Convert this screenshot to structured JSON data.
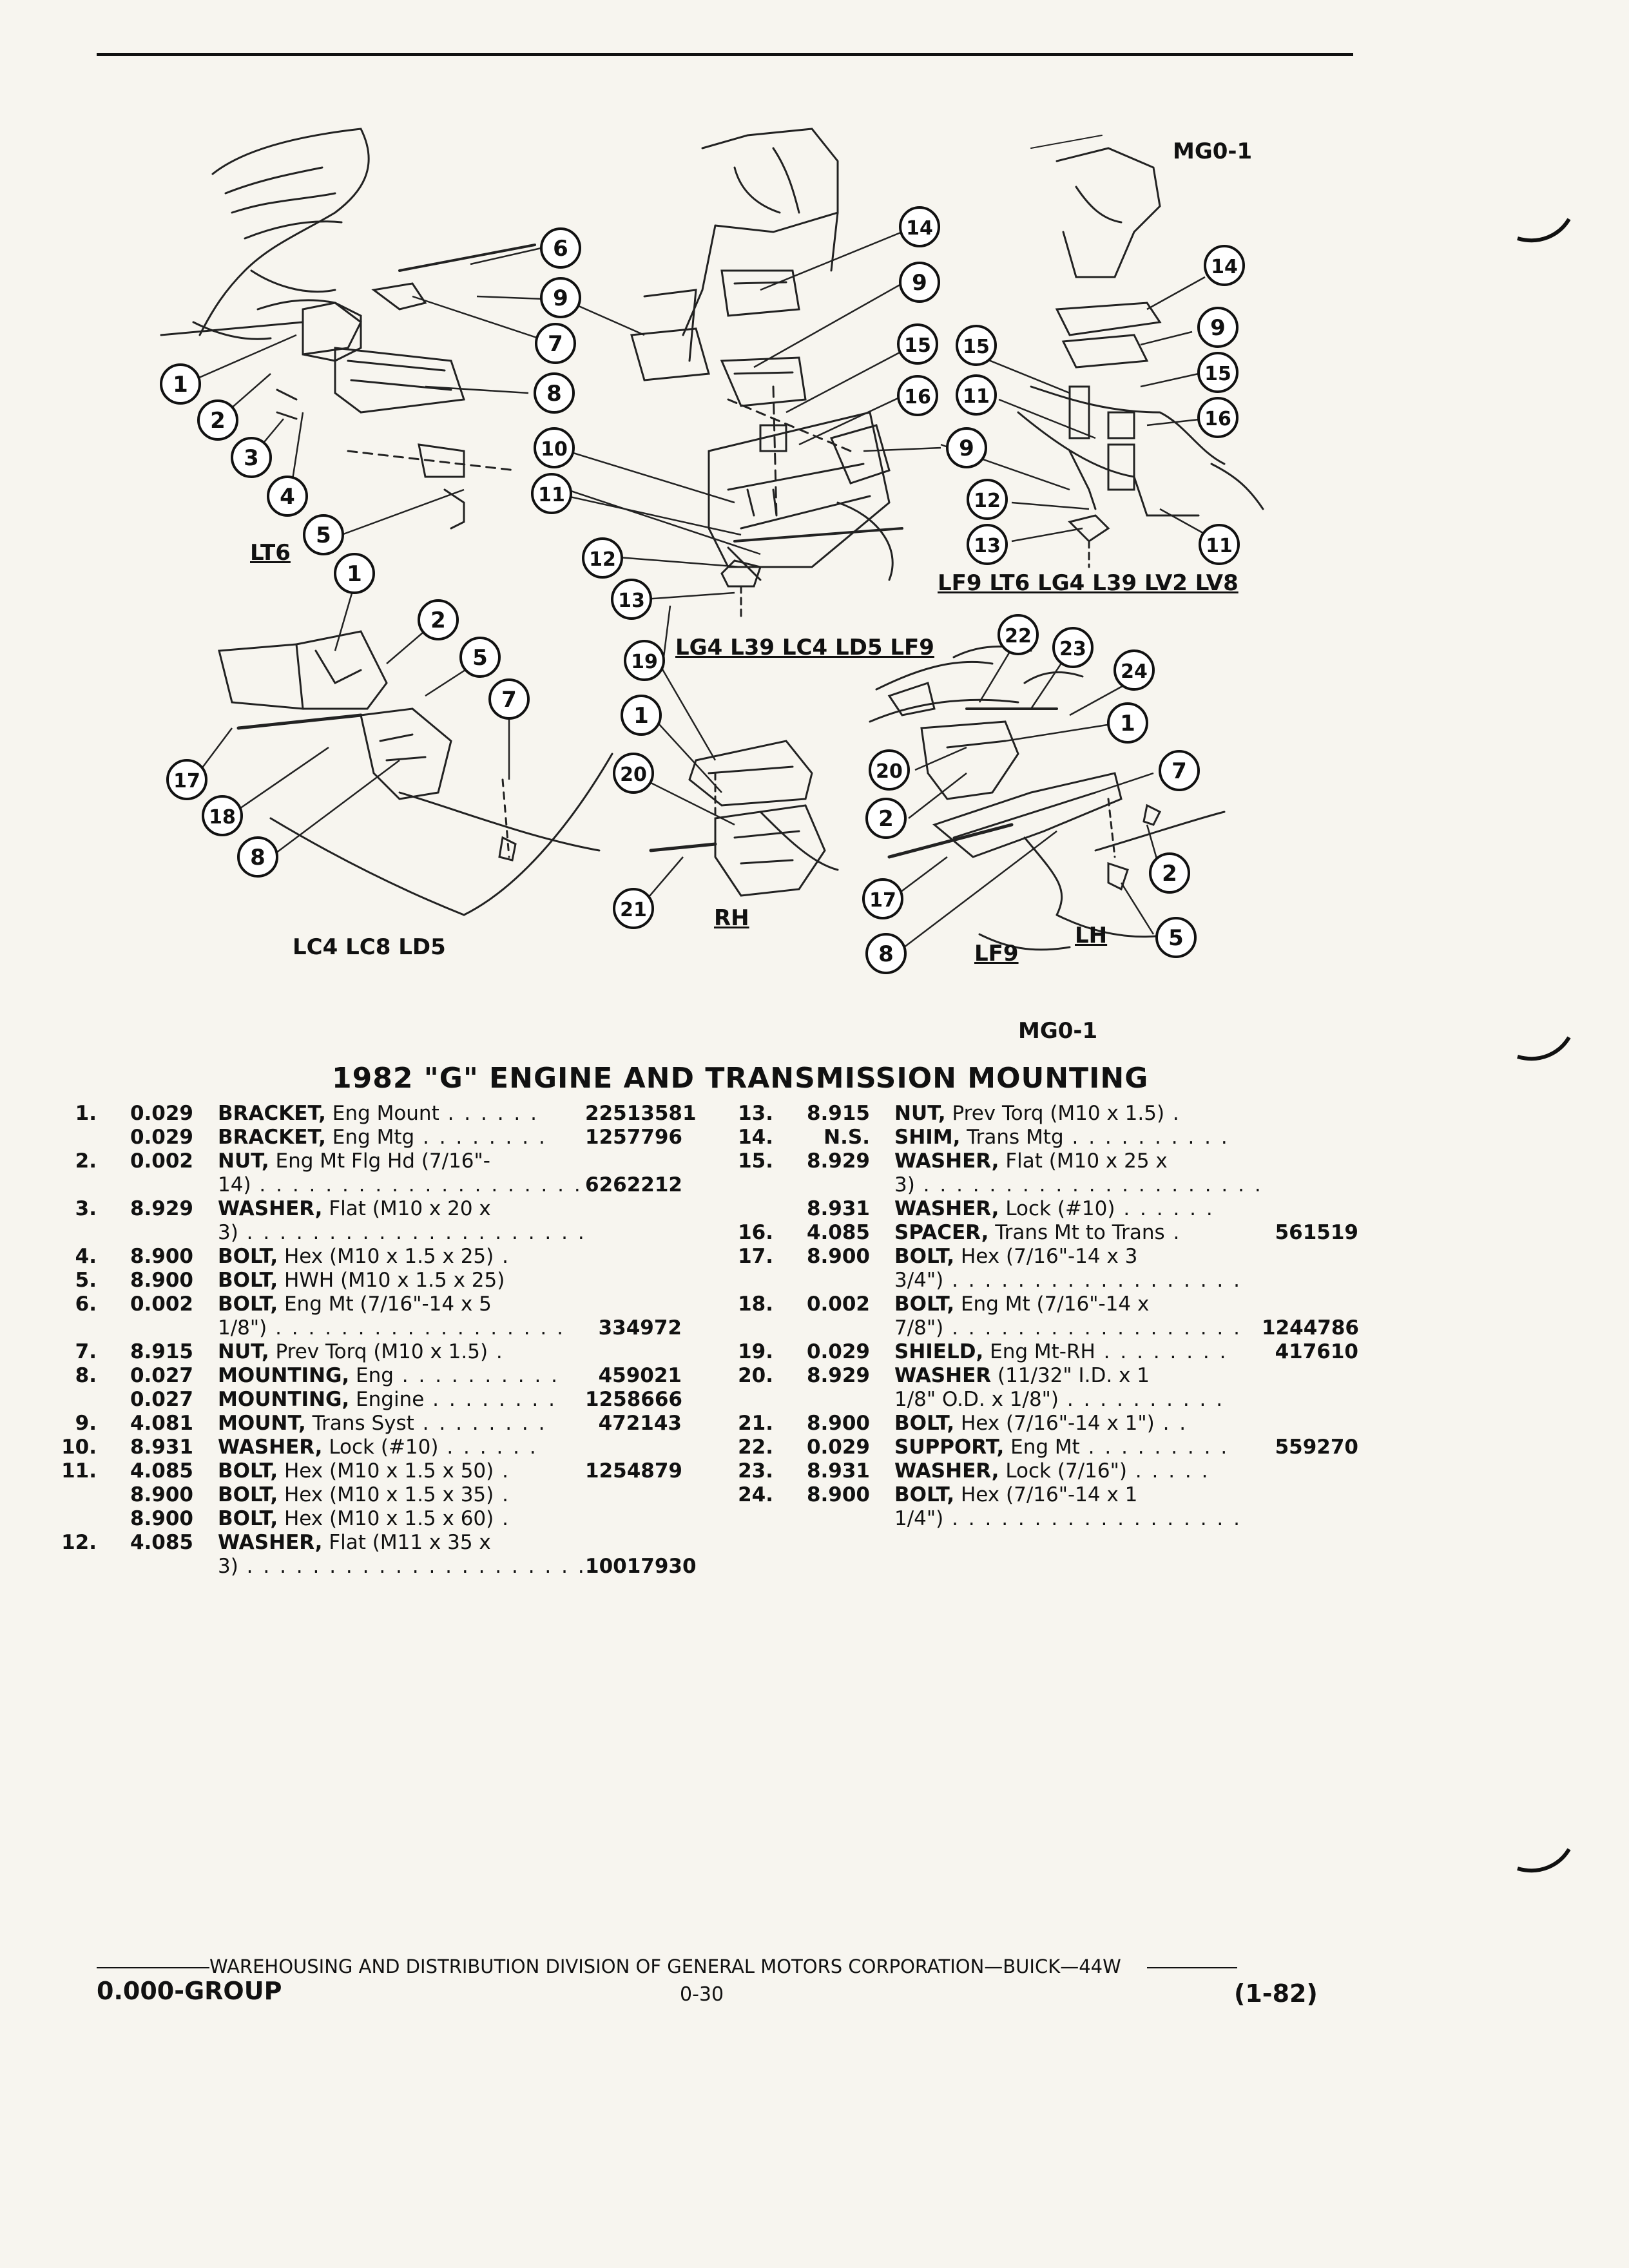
{
  "figure": {
    "code_top": "MG0-1",
    "code_bottom": "MG0-1",
    "labels": {
      "lt6": "LT6",
      "lc4_lc8_ld5": "LC4 LC8 LD5",
      "lg4_l39_lc4_ld5_lf9": "LG4 L39 LC4 LD5 LF9",
      "lf9_lt6_lg4_l39_lv2_lv8": "LF9 LT6 LG4 L39 LV2 LV8",
      "rh": "RH",
      "lf9": "LF9",
      "lh": "LH"
    },
    "callouts": [
      "1",
      "2",
      "3",
      "4",
      "5",
      "6",
      "7",
      "8",
      "9",
      "10",
      "11",
      "12",
      "13",
      "14",
      "15",
      "16",
      "17",
      "18",
      "19",
      "20",
      "21",
      "22",
      "23",
      "24"
    ]
  },
  "title": "1982 \"G\" ENGINE AND TRANSMISSION MOUNTING",
  "parts_left": [
    {
      "num": "1.",
      "code": "0.029",
      "name": "BRACKET,",
      "text": " Eng Mount",
      "dots": " . . . . . .",
      "part": "22513581"
    },
    {
      "num": "",
      "code": "0.029",
      "name": "BRACKET,",
      "text": " Eng Mtg",
      "dots": " . . . . . . . .",
      "part": "1257796"
    },
    {
      "num": "2.",
      "code": "0.002",
      "name": "NUT,",
      "text": " Eng Mt Flg Hd (7/16\"-",
      "dots": "",
      "part": ""
    },
    {
      "num": "",
      "code": "",
      "name": "",
      "text": "14)",
      "dots": " . . . . . . . . . . . . . . . . . . . . .",
      "part": "6262212"
    },
    {
      "num": "3.",
      "code": "8.929",
      "name": "WASHER,",
      "text": " Flat (M10 x 20 x",
      "dots": "",
      "part": ""
    },
    {
      "num": "",
      "code": "",
      "name": "",
      "text": "3)",
      "dots": " . . . . . . . . . . . . . . . . . . . . .",
      "part": ""
    },
    {
      "num": "4.",
      "code": "8.900",
      "name": "BOLT,",
      "text": " Hex (M10 x 1.5 x 25)",
      "dots": " .",
      "part": ""
    },
    {
      "num": "5.",
      "code": "8.900",
      "name": "BOLT,",
      "text": " HWH (M10 x 1.5 x 25)",
      "dots": "",
      "part": ""
    },
    {
      "num": "6.",
      "code": "0.002",
      "name": "BOLT,",
      "text": " Eng Mt (7/16\"-14 x 5",
      "dots": "",
      "part": ""
    },
    {
      "num": "",
      "code": "",
      "name": "",
      "text": "1/8\")",
      "dots": " . . . . . . . . . . . . . . . . . .",
      "part": "334972"
    },
    {
      "num": "7.",
      "code": "8.915",
      "name": "NUT,",
      "text": " Prev Torq (M10 x 1.5)",
      "dots": " .",
      "part": ""
    },
    {
      "num": "8.",
      "code": "0.027",
      "name": "MOUNTING,",
      "text": " Eng",
      "dots": " . . . . . . . . . .",
      "part": "459021"
    },
    {
      "num": "",
      "code": "0.027",
      "name": "MOUNTING,",
      "text": " Engine",
      "dots": " . . . . . . . .",
      "part": "1258666"
    },
    {
      "num": "9.",
      "code": "4.081",
      "name": "MOUNT,",
      "text": " Trans Syst",
      "dots": " . . . . . . . .",
      "part": "472143"
    },
    {
      "num": "10.",
      "code": "8.931",
      "name": "WASHER,",
      "text": " Lock (#10)",
      "dots": " . . . . . .",
      "part": ""
    },
    {
      "num": "11.",
      "code": "4.085",
      "name": "BOLT,",
      "text": " Hex (M10 x 1.5 x 50)",
      "dots": " .",
      "part": "1254879"
    },
    {
      "num": "",
      "code": "8.900",
      "name": "BOLT,",
      "text": " Hex (M10 x 1.5 x 35)",
      "dots": " .",
      "part": ""
    },
    {
      "num": "",
      "code": "8.900",
      "name": "BOLT,",
      "text": " Hex (M10 x 1.5 x 60)",
      "dots": " .",
      "part": ""
    },
    {
      "num": "12.",
      "code": "4.085",
      "name": "WASHER,",
      "text": " Flat (M11 x 35 x",
      "dots": "",
      "part": ""
    },
    {
      "num": "",
      "code": "",
      "name": "",
      "text": "3)",
      "dots": " . . . . . . . . . . . . . . . . . . . . .",
      "part": "10017930"
    }
  ],
  "parts_right": [
    {
      "num": "13.",
      "code": "8.915",
      "name": "NUT,",
      "text": " Prev Torq (M10 x 1.5)",
      "dots": " .",
      "part": ""
    },
    {
      "num": "14.",
      "code": "N.S.",
      "name": "SHIM,",
      "text": " Trans Mtg",
      "dots": " . . . . . . . . . .",
      "part": ""
    },
    {
      "num": "15.",
      "code": "8.929",
      "name": "WASHER,",
      "text": " Flat (M10 x 25 x",
      "dots": "",
      "part": ""
    },
    {
      "num": "",
      "code": "",
      "name": "",
      "text": "3)",
      "dots": " . . . . . . . . . . . . . . . . . . . . .",
      "part": ""
    },
    {
      "num": "",
      "code": "8.931",
      "name": "WASHER,",
      "text": " Lock (#10)",
      "dots": " . . . . . .",
      "part": ""
    },
    {
      "num": "16.",
      "code": "4.085",
      "name": "SPACER,",
      "text": " Trans Mt to Trans",
      "dots": " .",
      "part": "561519"
    },
    {
      "num": "17.",
      "code": "8.900",
      "name": "BOLT,",
      "text": " Hex (7/16\"-14 x 3",
      "dots": "",
      "part": ""
    },
    {
      "num": "",
      "code": "",
      "name": "",
      "text": "3/4\")",
      "dots": " . . . . . . . . . . . . . . . . . .",
      "part": ""
    },
    {
      "num": "18.",
      "code": "0.002",
      "name": "BOLT,",
      "text": " Eng Mt (7/16\"-14 x",
      "dots": "",
      "part": ""
    },
    {
      "num": "",
      "code": "",
      "name": "",
      "text": "7/8\")",
      "dots": " . . . . . . . . . . . . . . . . . .",
      "part": "1244786"
    },
    {
      "num": "19.",
      "code": "0.029",
      "name": "SHIELD,",
      "text": " Eng Mt-RH",
      "dots": " . . . . . . . .",
      "part": "417610"
    },
    {
      "num": "20.",
      "code": "8.929",
      "name": "WASHER",
      "text": " (11/32\" I.D. x 1",
      "dots": "",
      "part": ""
    },
    {
      "num": "",
      "code": "",
      "name": "",
      "text": "1/8\" O.D. x 1/8\")",
      "dots": " . . . . . . . . . .",
      "part": ""
    },
    {
      "num": "21.",
      "code": "8.900",
      "name": "BOLT,",
      "text": " Hex (7/16\"-14 x 1\")",
      "dots": " . .",
      "part": ""
    },
    {
      "num": "22.",
      "code": "0.029",
      "name": "SUPPORT,",
      "text": " Eng Mt",
      "dots": " . . . . . . . . .",
      "part": "559270"
    },
    {
      "num": "23.",
      "code": "8.931",
      "name": "WASHER,",
      "text": " Lock (7/16\")",
      "dots": " . . . . .",
      "part": ""
    },
    {
      "num": "24.",
      "code": "8.900",
      "name": "BOLT,",
      "text": " Hex (7/16\"-14 x 1",
      "dots": "",
      "part": ""
    },
    {
      "num": "",
      "code": "",
      "name": "",
      "text": "1/4\")",
      "dots": " . . . . . . . . . . . . . . . . . .",
      "part": ""
    }
  ],
  "footer": {
    "division": "WAREHOUSING AND DISTRIBUTION  DIVISION OF GENERAL MOTORS CORPORATION—BUICK—44W",
    "group": "0.000-GROUP",
    "page": "0-30",
    "date": "(1-82)"
  }
}
